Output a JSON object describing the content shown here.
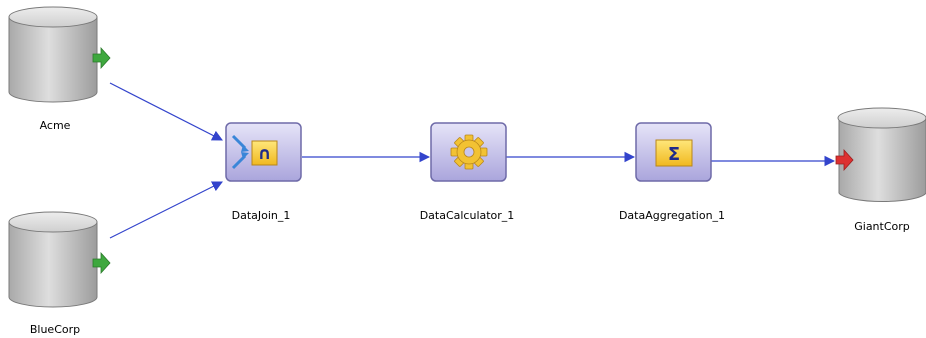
{
  "diagram": {
    "sources": [
      {
        "label": "Acme"
      },
      {
        "label": "BlueCorp"
      }
    ],
    "transforms": [
      {
        "label": "DataJoin_1",
        "icon": "join-icon",
        "glyph": "∩"
      },
      {
        "label": "DataCalculator_1",
        "icon": "gear-icon"
      },
      {
        "label": "DataAggregation_1",
        "icon": "sigma-icon",
        "glyph": "Σ"
      }
    ],
    "target": {
      "label": "GiantCorp"
    },
    "colors": {
      "flow_line": "#3344cc",
      "source_port": "#3ea83e",
      "target_port": "#dd3030",
      "node_border": "#6e6aa8",
      "node_fill": "#c8c4ec",
      "cylinder": "#c4c4c4"
    }
  }
}
